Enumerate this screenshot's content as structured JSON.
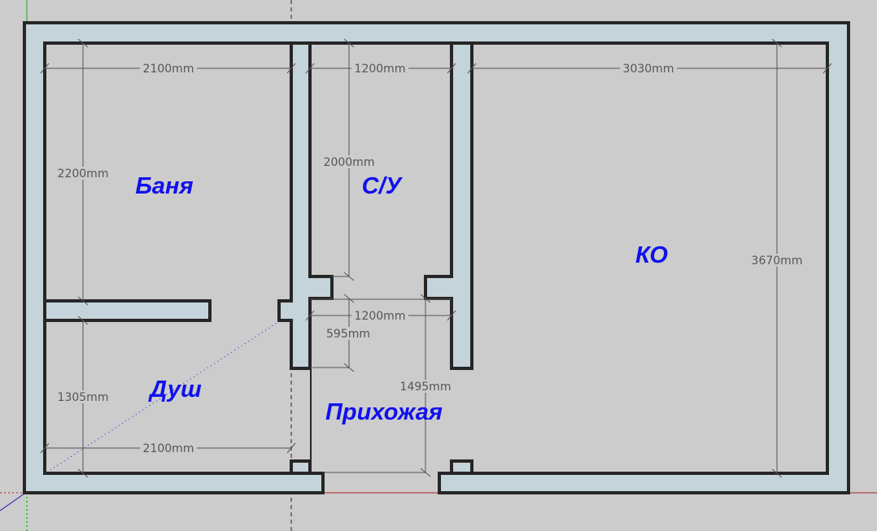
{
  "rooms": {
    "banya": "Баня",
    "su": "С/У",
    "ko": "КО",
    "dush": "Душ",
    "prihozhaya": "Прихожая"
  },
  "dimensions": {
    "banya_width": "2100mm",
    "su_width": "1200mm",
    "ko_width": "3030mm",
    "banya_height": "2200mm",
    "su_height": "2000mm",
    "ko_height": "3670mm",
    "hall_width": "1200mm",
    "hall_gap": "595mm",
    "hall_height": "1495mm",
    "dush_height": "1305mm",
    "dush_width": "2100mm"
  },
  "colors": {
    "wall_fill": "#c5d3da",
    "wall_stroke": "#262626",
    "room_label": "#1010ee",
    "background": "#cccccc"
  }
}
